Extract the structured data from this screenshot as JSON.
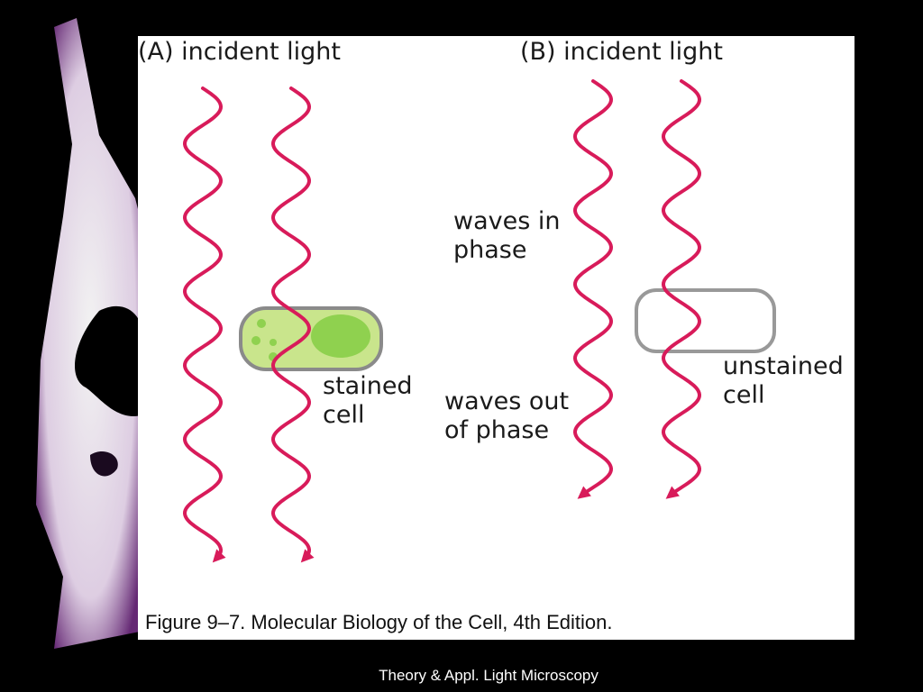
{
  "panel_a": {
    "heading": "(A)  incident light",
    "cell_label_line1": "stained",
    "cell_label_line2": "cell"
  },
  "panel_b": {
    "heading": "(B)  incident light",
    "in_phase_line1": "waves in",
    "in_phase_line2": "phase",
    "out_phase_line1": "waves out",
    "out_phase_line2": "of phase",
    "cell_label_line1": "unstained",
    "cell_label_line2": "cell"
  },
  "caption": "Figure 9–7. Molecular Biology of the Cell, 4th Edition.",
  "footer": "Theory & Appl. Light Microscopy",
  "colors": {
    "wave": "#d81b5a",
    "stained_cell_fill": "#c9e58c",
    "stained_cell_stroke": "#8a8a8a",
    "nucleus": "#8fd14f",
    "unstained_cell_stroke": "#999999"
  }
}
